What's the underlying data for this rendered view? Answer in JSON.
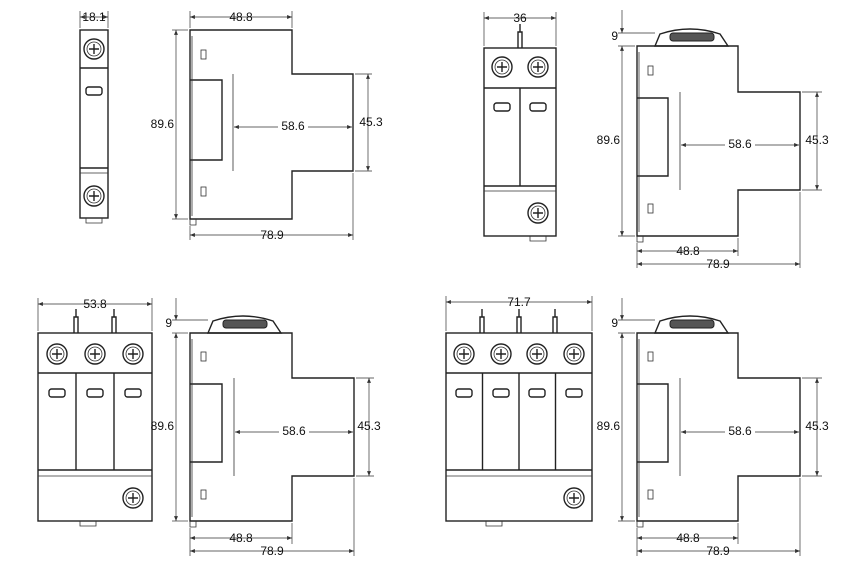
{
  "dimensions": {
    "one_pole_width": "18.1",
    "two_pole_width": "36",
    "three_pole_width": "53.8",
    "four_pole_width": "71.7",
    "side_body_width": "48.8",
    "overall_depth": "78.9",
    "height": "89.6",
    "front_depth": "58.6",
    "front_height": "45.3",
    "top_grip": "9"
  },
  "colors": {
    "line": "#222222",
    "background": "#ffffff"
  }
}
